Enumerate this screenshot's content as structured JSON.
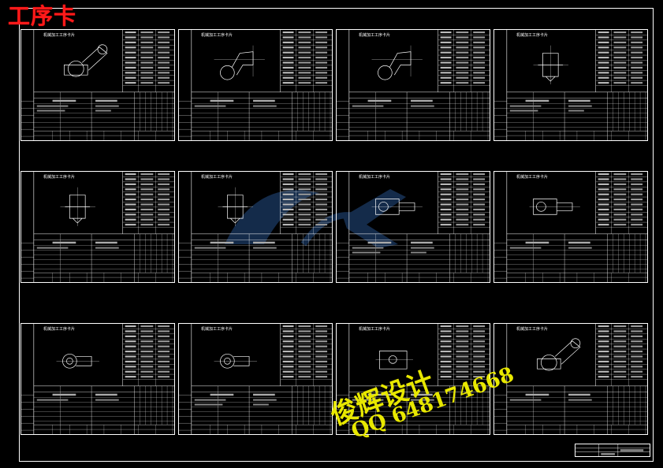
{
  "stamp": {
    "title": "工序卡"
  },
  "card": {
    "title": "机械加工工序卡片",
    "col_step": "工 步 内 容",
    "col_equip": "工 艺 装 备"
  },
  "watermark": {
    "line1": "俊辉设计",
    "line2": "QQ 648174668"
  },
  "colors": {
    "stamp": "#ff1a1a",
    "lines": "#ffffff",
    "watermark": "#e8e800",
    "background": "#000000"
  }
}
